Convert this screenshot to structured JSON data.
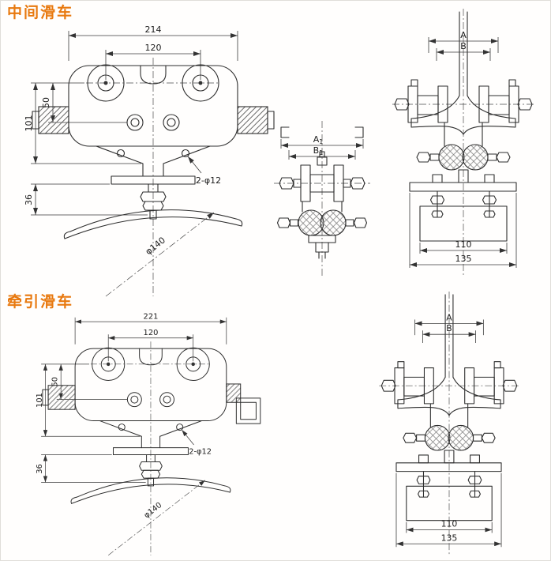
{
  "colors": {
    "title_accent": "#e8790f",
    "line": "#2e2e2e"
  },
  "sections": {
    "middle": {
      "title": "中间滑车",
      "front": {
        "dim_overall_width": "214",
        "dim_wheel_spacing": "120",
        "dim_wheel_to_bolt": "50",
        "dim_body_height": "101",
        "dim_lower_section": "36",
        "holes_label": "2-φ12",
        "saddle_diameter": "φ140"
      },
      "side_small": {
        "dim_a": {
          "base": "A",
          "sub": "1"
        },
        "dim_b": {
          "base": "B",
          "sub": "1"
        }
      },
      "side_rail": {
        "dim_a": "A",
        "dim_b": "B",
        "dim_box_width": "110",
        "dim_plate_width": "135"
      }
    },
    "traction": {
      "title": "牵引滑车",
      "front": {
        "dim_overall_width": "221",
        "dim_wheel_spacing": "120",
        "dim_wheel_to_bolt": "50",
        "dim_body_height": "101",
        "dim_lower_section": "36",
        "holes_label": "2-φ12",
        "saddle_diameter": "φ140"
      },
      "side_rail": {
        "dim_a": "A",
        "dim_b": "B",
        "dim_box_width": "110",
        "dim_plate_width": "135"
      }
    }
  }
}
